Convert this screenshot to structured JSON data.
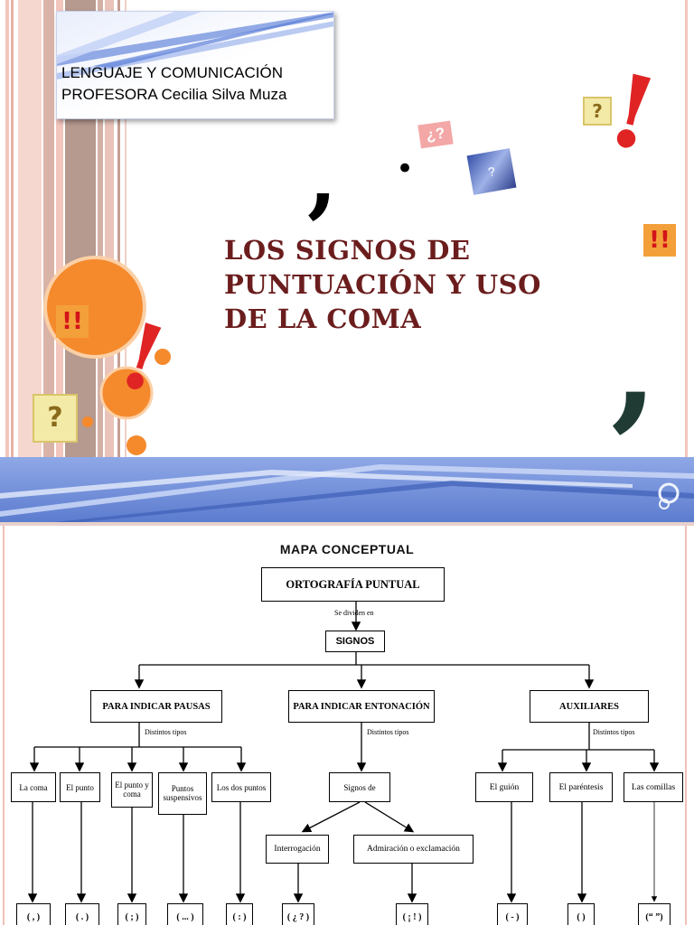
{
  "slide1": {
    "header": {
      "line1": "LENGUAJE Y COMUNICACIÓN",
      "line2": "PROFESORA Cecilia Silva Muza"
    },
    "title": [
      "LOS SIGNOS DE",
      "PUNTUACIÓN Y USO",
      "DE LA COMA"
    ],
    "decor": {
      "comma": ",",
      "dot": "•",
      "exclamation": "!",
      "double_exclamation": "!!",
      "question_mark": "?",
      "inverted_question": "¿?"
    },
    "colors": {
      "title": "#6b1d1d",
      "orange": "#f58a2d",
      "band_blue": "#6f8ed8",
      "stripe_brown": "#b6998f",
      "stripe_pink": "#f3c6bd"
    }
  },
  "slide2": {
    "map_title": "MAPA CONCEPTUAL",
    "root": "ORTOGRAFÍA PUNTUAL",
    "root_link": "Se dividen en",
    "level1": "SIGNOS",
    "categories": [
      {
        "label": "PARA INDICAR PAUSAS",
        "link": "Distintos tipos",
        "items": [
          {
            "label": "La coma",
            "symbol": "( , )"
          },
          {
            "label": "El punto",
            "symbol": "( . )"
          },
          {
            "label": "El punto y coma",
            "symbol": "( ; )"
          },
          {
            "label": "Puntos suspensivos",
            "symbol": "( ... )"
          },
          {
            "label": "Los dos puntos",
            "symbol": "( : )"
          }
        ]
      },
      {
        "label": "PARA INDICAR ENTONACIÓN",
        "link": "Distintos tipos",
        "sub": "Signos de",
        "items": [
          {
            "label": "Interrogación",
            "symbol": "( ¿ ? )"
          },
          {
            "label": "Admiración o exclamación",
            "symbol": "( ¡ ! )"
          }
        ]
      },
      {
        "label": "AUXILIARES",
        "link": "Distintos tipos",
        "items": [
          {
            "label": "El guión",
            "symbol": "( - )"
          },
          {
            "label": "El paréntesis",
            "symbol": "( )"
          },
          {
            "label": "Las comillas",
            "symbol": "(“ ”)"
          }
        ]
      }
    ]
  }
}
